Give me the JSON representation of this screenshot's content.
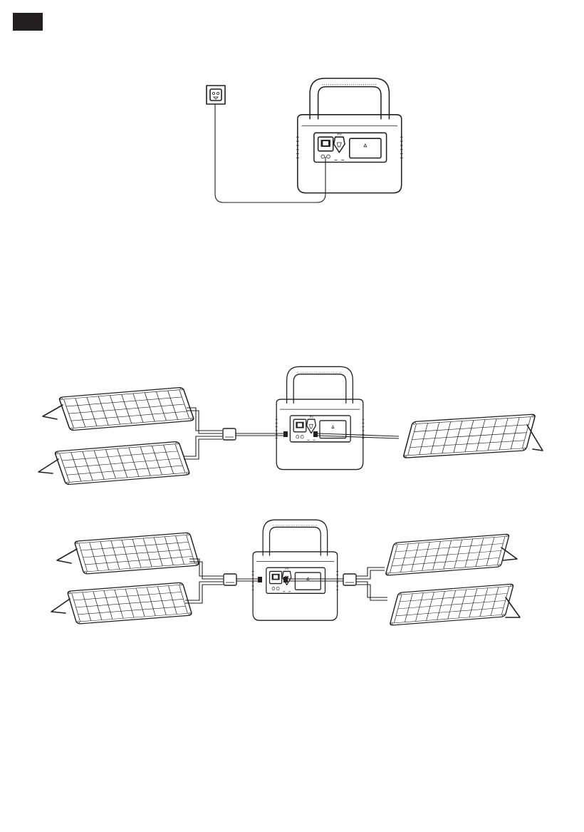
{
  "page": {
    "header_tab_color": "#231f20",
    "line_color": "#231f20",
    "background": "#ffffff"
  },
  "diagrams": [
    {
      "name": "ac-wall-charging",
      "components": [
        "wall-outlet-icon",
        "power-station",
        "ac-cable"
      ]
    },
    {
      "name": "solar-charging-three-panels",
      "components": [
        "solar-panel",
        "solar-panel",
        "solar-panel",
        "parallel-connector",
        "power-station"
      ]
    },
    {
      "name": "solar-charging-four-panels",
      "components": [
        "solar-panel",
        "solar-panel",
        "solar-panel",
        "solar-panel",
        "parallel-connector",
        "parallel-connector",
        "power-station"
      ]
    }
  ],
  "port_label": "PV"
}
